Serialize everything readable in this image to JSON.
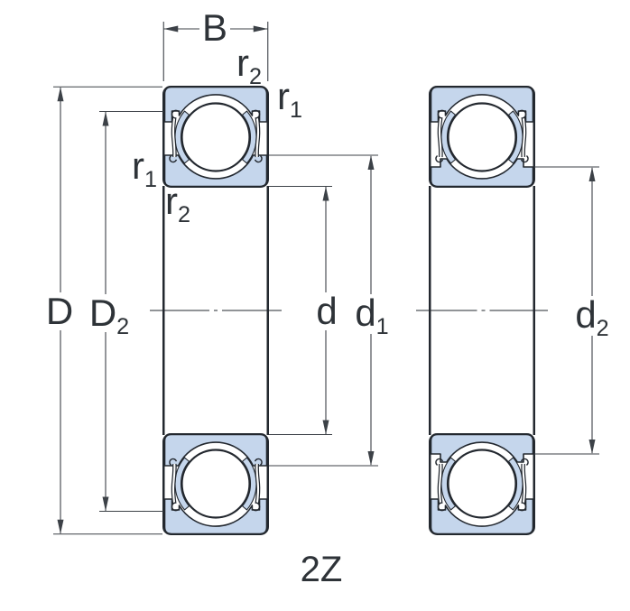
{
  "drawing": {
    "caption": "2Z",
    "dimension_labels": {
      "width": "B",
      "outer_diameter": "D",
      "outer_recess_diameter": {
        "base": "D",
        "sub": "2"
      },
      "bore_diameter": "d",
      "inner_shoulder_diameter": {
        "base": "d",
        "sub": "1"
      },
      "inner_recess_diameter": {
        "base": "d",
        "sub": "2"
      },
      "chamfer_radius_1": {
        "base": "r",
        "sub": "1"
      },
      "chamfer_radius_2": {
        "base": "r",
        "sub": "2"
      }
    }
  },
  "colors": {
    "outline": "#23282f",
    "fill_blue": "#c5d6ec",
    "dimension": "#3c4147",
    "text": "#2e3338",
    "background": "#ffffff"
  }
}
